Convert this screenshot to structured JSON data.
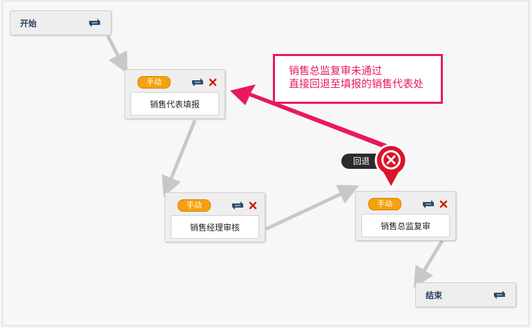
{
  "start_node": {
    "label": "开始",
    "icon": "repeat-icon"
  },
  "end_node": {
    "label": "结束",
    "icon": "repeat-icon"
  },
  "tasks": [
    {
      "badge": "手动",
      "label": "销售代表填报"
    },
    {
      "badge": "手动",
      "label": "销售经理审核"
    },
    {
      "badge": "手动",
      "label": "销售总监复审"
    }
  ],
  "callout": {
    "line1": "销售总监复审未通过",
    "line2": "直接回退至填报的销售代表处"
  },
  "back_tag": "回退",
  "colors": {
    "badge": "#f5a10d",
    "icon": "#2c4a6e",
    "close": "#cc2200",
    "accent": "#e8195d",
    "connector": "#c8c8c8"
  }
}
